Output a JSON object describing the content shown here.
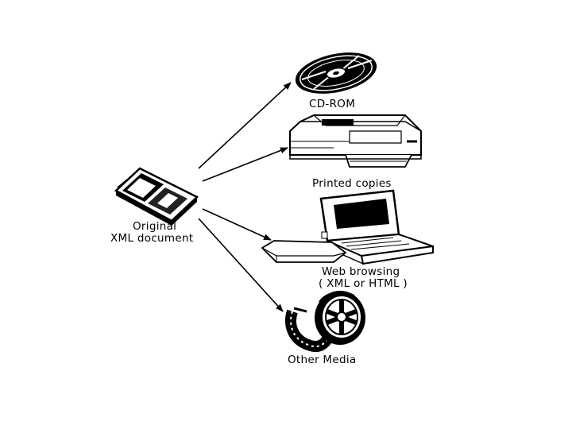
{
  "diagram": {
    "source": {
      "label_line1": "Original",
      "label_line2": "XML document",
      "icon": "floppy-disk-icon"
    },
    "targets": [
      {
        "id": "cd-rom",
        "label_line1": "CD-ROM",
        "label_line2": "",
        "icon": "cd-rom-icon"
      },
      {
        "id": "printed-copies",
        "label_line1": "Printed copies",
        "label_line2": "",
        "icon": "printer-icon"
      },
      {
        "id": "web-browsing",
        "label_line1": "Web browsing",
        "label_line2": "( XML or HTML )",
        "icon": "laptop-icon"
      },
      {
        "id": "other-media",
        "label_line1": "Other Media",
        "label_line2": "",
        "icon": "film-reel-icon"
      }
    ],
    "colors": {
      "ink": "#000000",
      "paper": "#ffffff"
    }
  }
}
